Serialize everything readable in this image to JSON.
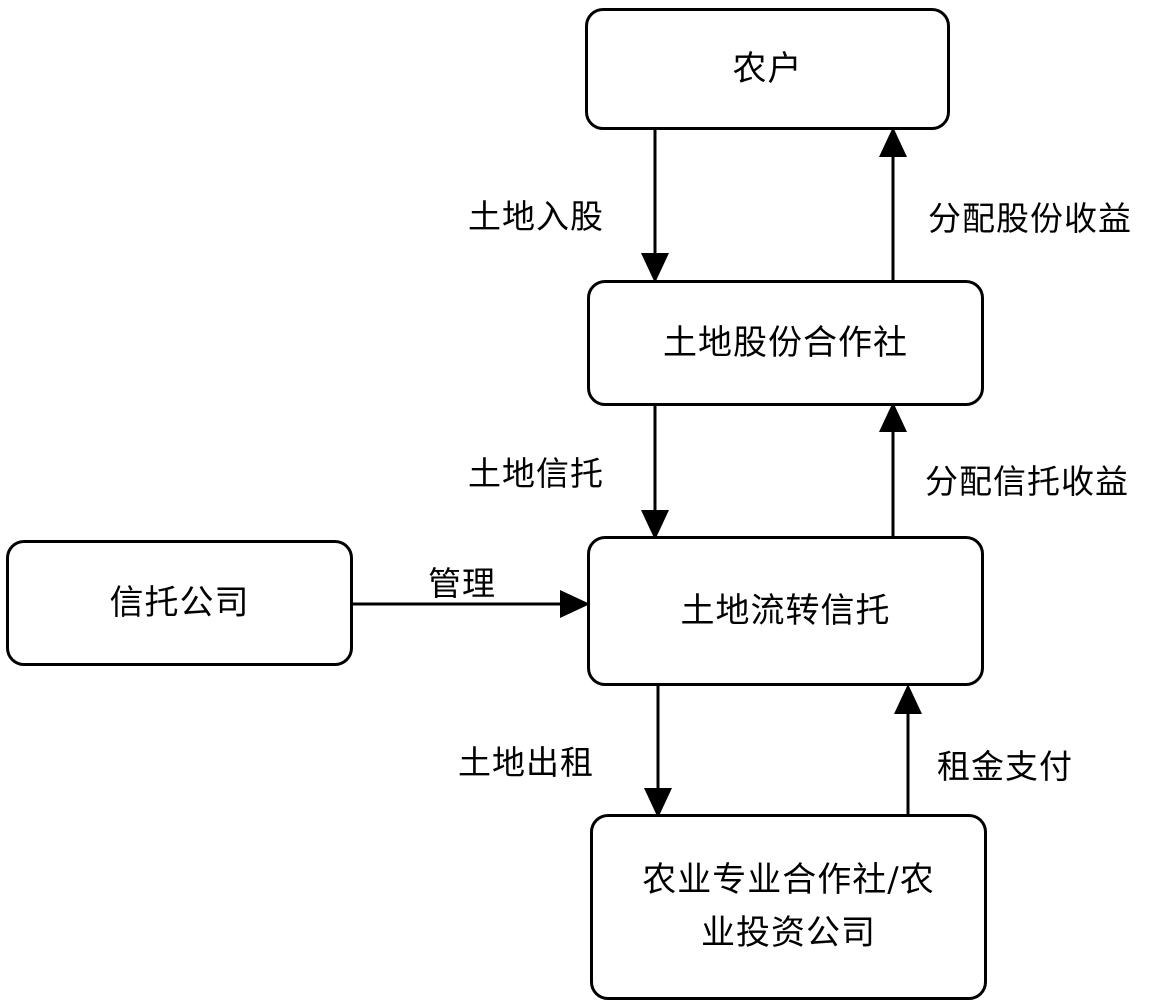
{
  "nodes": {
    "farmer": "农户",
    "shareholding_coop": "土地股份合作社",
    "land_transfer_trust": "土地流转信托",
    "trust_company": "信托公司",
    "agri_coop_line1": "农业专业合作社/农",
    "agri_coop_line2": "业投资公司"
  },
  "edges": {
    "land_shares": "土地入股",
    "distribute_share_income": "分配股份收益",
    "land_trust": "土地信托",
    "distribute_trust_income": "分配信托收益",
    "manage": "管理",
    "land_lease": "土地出租",
    "rent_payment": "租金支付"
  }
}
